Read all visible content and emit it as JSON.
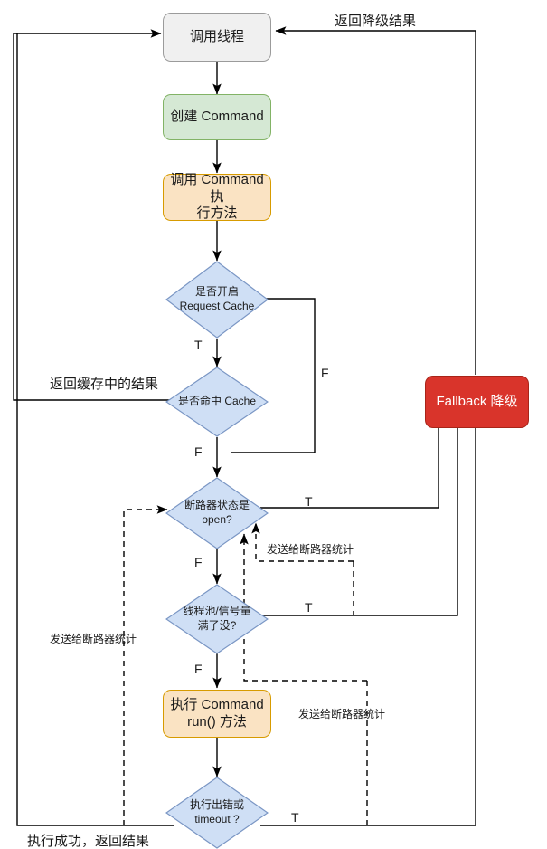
{
  "diagram": {
    "title": "Hystrix Command Execution Flow",
    "type": "flowchart",
    "colors": {
      "grey_fill": "#f0f0f0",
      "grey_stroke": "#9b9b9b",
      "green_fill": "#d5e8d4",
      "green_stroke": "#82b366",
      "orange_fill": "#fae3c3",
      "orange_stroke": "#d79b00",
      "red_fill": "#d9342b",
      "red_stroke": "#a82418",
      "blue_fill": "#cfdff5",
      "blue_stroke": "#7a96c4",
      "line": "#000000"
    }
  },
  "nodes": {
    "caller_thread": {
      "label": "调用线程",
      "shape": "rounded-rect",
      "style": "grey"
    },
    "create_command": {
      "label": "创建 Command",
      "shape": "rounded-rect",
      "style": "green"
    },
    "invoke_command": {
      "label": "调用 Command 执行方法",
      "line1": "调用 Command 执",
      "line2": "行方法",
      "shape": "rounded-rect",
      "style": "orange"
    },
    "request_cache": {
      "label": "是否开启 Request Cache",
      "line1": "是否开启",
      "line2": "Request Cache",
      "shape": "diamond",
      "style": "blue"
    },
    "cache_hit": {
      "label": "是否命中 Cache",
      "line1": "是否命中 Cache",
      "line2": "",
      "shape": "diamond",
      "style": "blue"
    },
    "breaker_open": {
      "label": "断路器状态是 open?",
      "line1": "断路器状态是",
      "line2": "open?",
      "shape": "diamond",
      "style": "blue"
    },
    "pool_full": {
      "label": "线程池/信号量 满了没?",
      "line1": "线程池/信号量",
      "line2": "满了没?",
      "shape": "diamond",
      "style": "blue"
    },
    "run_method": {
      "label": "执行 Command run() 方法",
      "line1": "执行 Command",
      "line2": "run() 方法",
      "shape": "rounded-rect",
      "style": "orange"
    },
    "error_or_timeout": {
      "label": "执行出错或 timeout ?",
      "line1": "执行出错或",
      "line2": "timeout ?",
      "shape": "diamond",
      "style": "blue"
    },
    "fallback": {
      "label": "Fallback 降级",
      "shape": "rounded-rect",
      "style": "red"
    }
  },
  "edge_labels": {
    "return_fallback_result": "返回降级结果",
    "return_cached_result": "返回缓存中的结果",
    "execute_success_return": "执行成功，返回结果",
    "metrics_breaker_1": "发送给断路器统计",
    "metrics_breaker_2": "发送给断路器统计",
    "metrics_breaker_3": "发送给断路器统计",
    "t_request_cache": "T",
    "f_request_cache": "F",
    "f_cache_hit": "F",
    "t_breaker_open": "T",
    "f_breaker_open": "F",
    "t_pool_full": "T",
    "f_pool_full": "F",
    "t_error_timeout": "T"
  }
}
